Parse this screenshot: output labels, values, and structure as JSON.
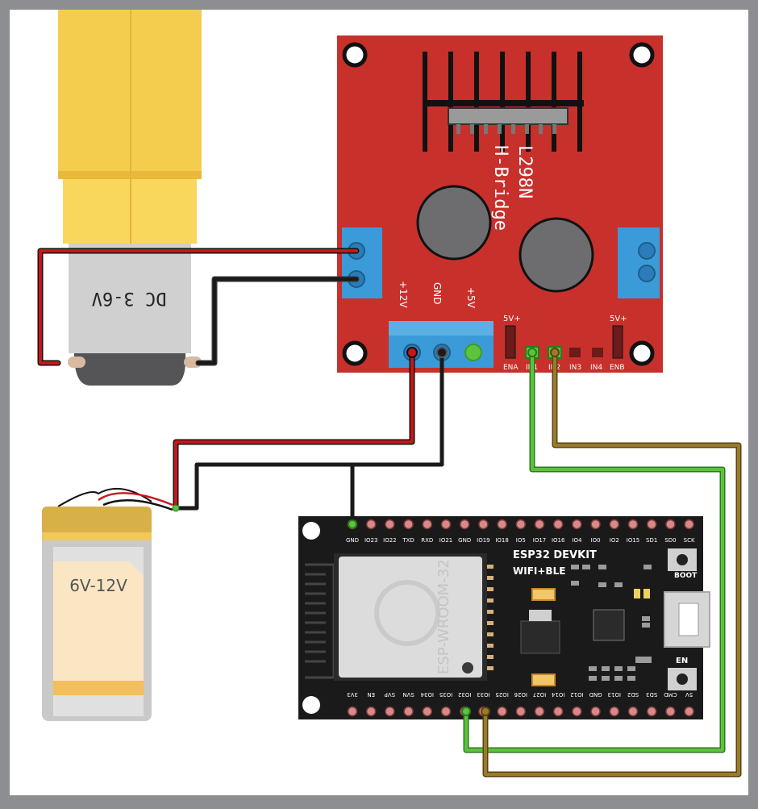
{
  "motor": {
    "label": "DC 3-6V"
  },
  "hbridge": {
    "title_line1": "L298N",
    "title_line2": "H-Bridge",
    "power_labels": [
      "+12V",
      "GND",
      "+5V"
    ],
    "jumper_left": "5V+",
    "jumper_right": "5V+",
    "pin_labels": [
      "ENA",
      "IN1",
      "IN2",
      "IN3",
      "IN4",
      "ENB"
    ]
  },
  "battery": {
    "label": "6V-12V"
  },
  "esp32": {
    "title": "ESP32 DEVKIT",
    "subtitle": "WIFI+BLE",
    "module_text": "ESP-WROOM-32",
    "boot_label": "BOOT",
    "en_label": "EN",
    "top_pins": [
      "GND",
      "IO23",
      "IO22",
      "TXD",
      "RXD",
      "IO21",
      "GND",
      "IO19",
      "IO18",
      "IO5",
      "IO17",
      "IO16",
      "IO4",
      "IO0",
      "IO2",
      "IO15",
      "SD1",
      "SD0",
      "SCK"
    ],
    "bottom_pins": [
      "3V3",
      "EN",
      "SVP",
      "SVN",
      "IO34",
      "IO35",
      "IO32",
      "IO33",
      "IO25",
      "IO26",
      "IO27",
      "IO14",
      "IO12",
      "GND",
      "IO13",
      "SD2",
      "SD3",
      "CMD",
      "5V"
    ]
  },
  "colors": {
    "background": "#8d8e92",
    "canvas": "#ffffff",
    "board_red": "#c8302c",
    "wire_red": "#c8161c",
    "wire_black": "#1a1a1a",
    "wire_green": "#5cc33c",
    "wire_brown": "#9a7a2c",
    "esp_board": "#1a1a1a",
    "terminal_blue": "#3a9bd8",
    "motor_yellow": "#f4cd4e"
  }
}
